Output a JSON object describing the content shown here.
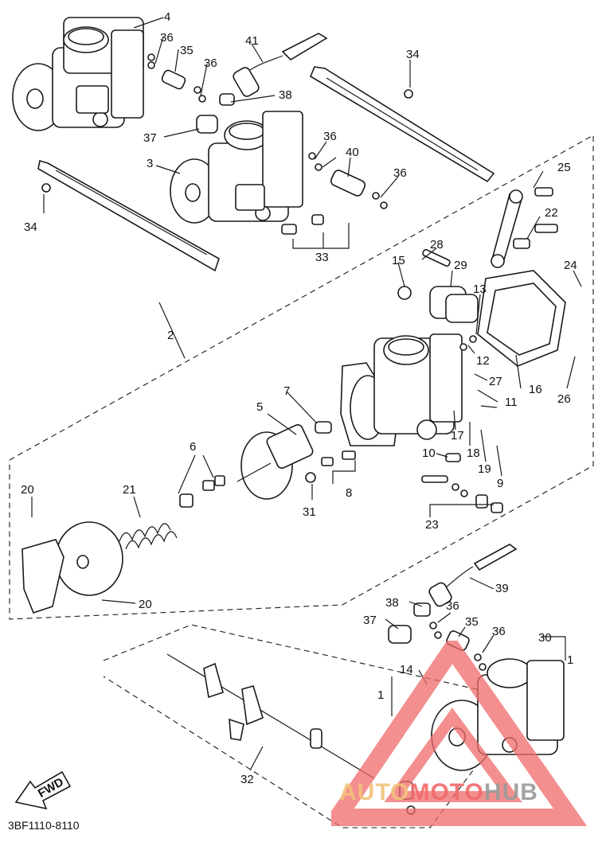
{
  "diagram_code": "3BF1110-8110",
  "fwd_label": "FWD",
  "watermark": {
    "brand_part1": "AUTO",
    "brand_part2": "MOTO",
    "brand_part3": "HUB"
  },
  "callouts": {
    "c1": "1",
    "c1b": "1",
    "c2": "2",
    "c3": "3",
    "c4": "4",
    "c5": "5",
    "c6": "6",
    "c7": "7",
    "c8": "8",
    "c9": "9",
    "c10": "10",
    "c11": "11",
    "c12": "12",
    "c13": "13",
    "c14": "14",
    "c15": "15",
    "c16": "16",
    "c17": "17",
    "c18": "18",
    "c19": "19",
    "c20a": "20",
    "c20b": "20",
    "c21": "21",
    "c22": "22",
    "c23": "23",
    "c24": "24",
    "c25": "25",
    "c26": "26",
    "c27": "27",
    "c28": "28",
    "c29": "29",
    "c30": "30",
    "c31": "31",
    "c32": "32",
    "c33": "33",
    "c34a": "34",
    "c34b": "34",
    "c35a": "35",
    "c35b": "35",
    "c36a": "36",
    "c36b": "36",
    "c36c": "36",
    "c36d": "36",
    "c36e": "36",
    "c36f": "36",
    "c37a": "37",
    "c37b": "37",
    "c38a": "38",
    "c38b": "38",
    "c39": "39",
    "c40": "40",
    "c41": "41"
  }
}
